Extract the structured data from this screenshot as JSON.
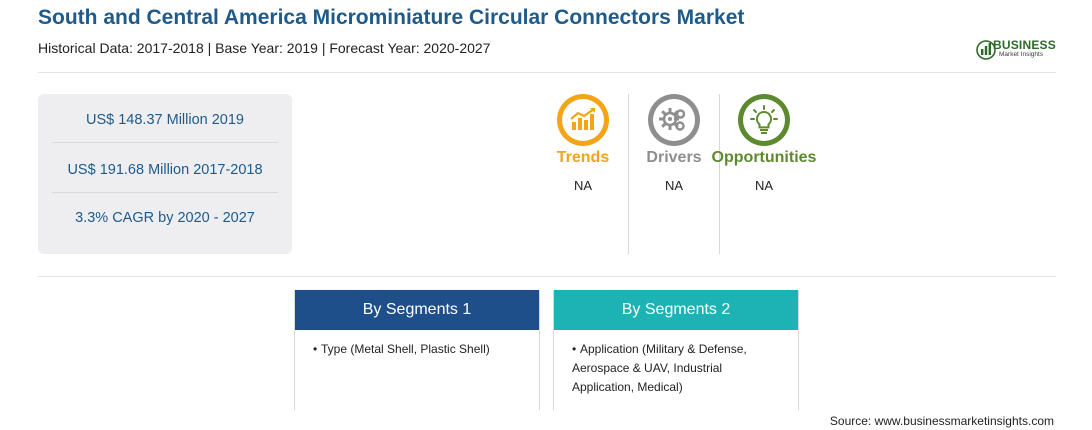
{
  "header": {
    "title": "South and Central America Microminiature Circular Connectors Market",
    "subtitle": "Historical Data: 2017-2018 | Base Year: 2019 | Forecast Year: 2020-2027"
  },
  "logo": {
    "word": "BUSINESS",
    "sub": "Market Insights",
    "icon": "bar-globe-icon"
  },
  "stats": [
    {
      "text": "US$ 148.37 Million 2019"
    },
    {
      "text": "US$ 191.68 Million 2017-2018"
    },
    {
      "text": "3.3% CAGR by 2020 - 2027"
    }
  ],
  "factors": [
    {
      "label": "Trends",
      "value": "NA",
      "icon": "trend-chart-icon",
      "color": "#f2a516"
    },
    {
      "label": "Drivers",
      "value": "NA",
      "icon": "gears-icon",
      "color": "#8e8e8e"
    },
    {
      "label": "Opportunities",
      "value": "NA",
      "icon": "lightbulb-icon",
      "color": "#5c8a2e"
    }
  ],
  "segments": [
    {
      "title": "By Segments 1",
      "items": [
        "Type (Metal Shell, Plastic Shell)"
      ],
      "color": "#1f4f8a"
    },
    {
      "title": "By Segments 2",
      "items": [
        "Application (Military & Defense, Aerospace & UAV, Industrial Application, Medical)"
      ],
      "color": "#1db3b5"
    }
  ],
  "source": "Source: www.businessmarketinsights.com"
}
